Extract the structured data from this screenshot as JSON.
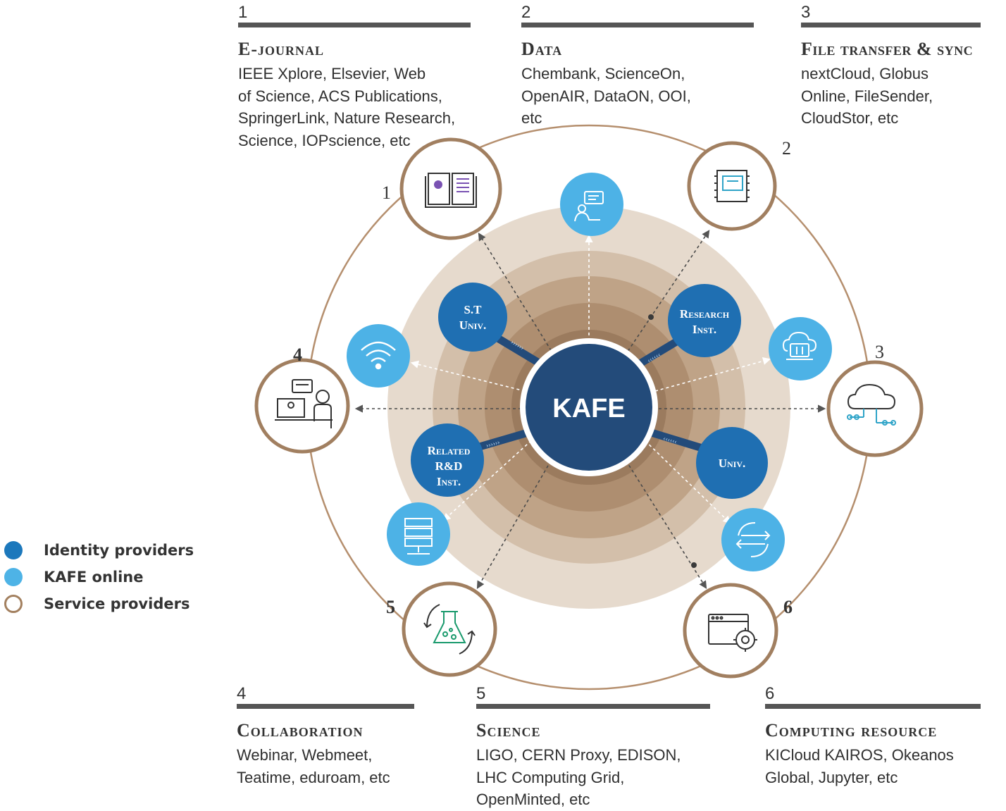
{
  "categories": [
    {
      "num": "1",
      "title": "E-journal",
      "lines": [
        "IEEE Xplore, Elsevier, Web",
        "of Science, ACS Publications,",
        "SpringerLink, Nature Research,",
        "Science, IOPscience, etc"
      ]
    },
    {
      "num": "2",
      "title": "Data",
      "lines": [
        "Chembank, ScienceOn,",
        "OpenAIR, DataON, OOI,",
        "etc"
      ]
    },
    {
      "num": "3",
      "title": "File transfer & sync",
      "lines": [
        "nextCloud, Globus",
        "Online, FileSender,",
        "CloudStor, etc"
      ]
    },
    {
      "num": "4",
      "title": "Collaboration",
      "lines": [
        "Webinar, Webmeet,",
        "Teatime, eduroam, etc"
      ]
    },
    {
      "num": "5",
      "title": "Science",
      "lines": [
        "LIGO, CERN Proxy, EDISON,",
        "LHC Computing Grid,",
        "OpenMinted, etc"
      ]
    },
    {
      "num": "6",
      "title": "Computing resource",
      "lines": [
        "KICloud KAIROS, Okeanos",
        "Global, Jupyter, etc"
      ]
    }
  ],
  "diagram": {
    "center": "KAFE",
    "identity_providers": [
      {
        "lines": [
          "S.T",
          "Univ."
        ]
      },
      {
        "lines": [
          "Research",
          "Inst."
        ]
      },
      {
        "lines": [
          "Related",
          "R&D",
          "Inst."
        ]
      },
      {
        "lines": [
          "Univ."
        ]
      }
    ],
    "kafe_online": [
      {
        "icon": "chat-person-icon"
      },
      {
        "icon": "cloud-sync-icon"
      },
      {
        "icon": "wifi-icon"
      },
      {
        "icon": "server-rack-icon"
      },
      {
        "icon": "exchange-arrows-icon"
      }
    ],
    "service_providers": [
      {
        "num": "1",
        "icon": "ejournal-book-icon"
      },
      {
        "num": "2",
        "icon": "data-chip-icon"
      },
      {
        "num": "3",
        "icon": "cloud-network-icon"
      },
      {
        "num": "4",
        "icon": "video-collaboration-icon"
      },
      {
        "num": "5",
        "icon": "science-flask-icon"
      },
      {
        "num": "6",
        "icon": "computing-gear-icon"
      }
    ]
  },
  "legend": [
    {
      "label": "Identity providers",
      "color": "#1c78bc",
      "style": "filled"
    },
    {
      "label": "KAFE online",
      "color": "#4eb3e6",
      "style": "filled"
    },
    {
      "label": "Service providers",
      "color": "#a3805f",
      "style": "ring"
    }
  ],
  "colors": {
    "identity": "#1f6fb2",
    "online": "#4db2e6",
    "ring": "#a17f60",
    "kafe": "#234b7a"
  }
}
